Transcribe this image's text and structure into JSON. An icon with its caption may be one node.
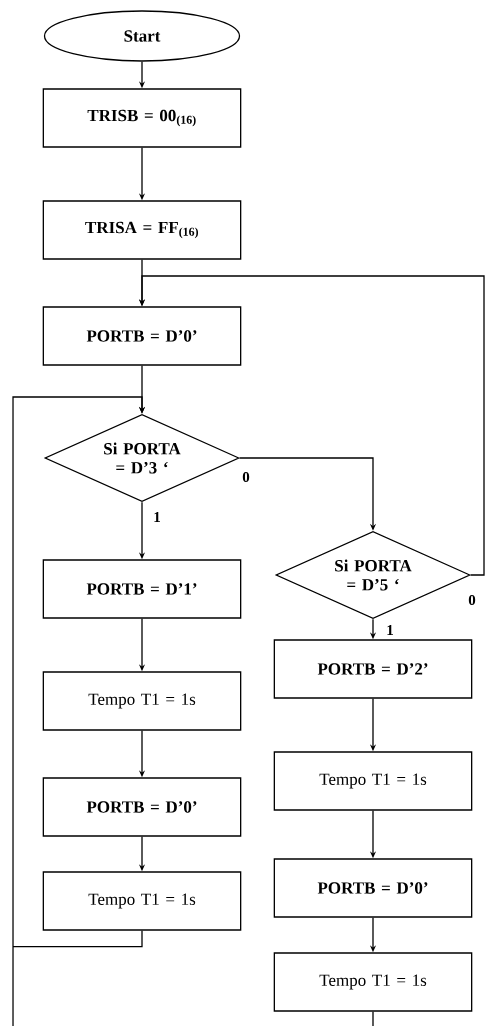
{
  "diagram": {
    "nodes": [
      {
        "text": [
          "Start"
        ]
      },
      {
        "text": [
          "TRISB = 00$_{(16)}$"
        ]
      },
      {
        "text": [
          "TRISA = FF$_{(16)}$"
        ]
      },
      {
        "text": [
          "PORTB = D’0’"
        ]
      },
      {
        "text": [
          "Si PORTA = D’3 ‘"
        ]
      },
      {
        "text": [
          "PORTB = D’1’"
        ]
      },
      {
        "text": [
          "Tempo T1 = 1s"
        ]
      },
      {
        "text": [
          "PORTB = D’0’"
        ]
      },
      {
        "text": [
          "Tempo T1 = 1s"
        ]
      },
      {
        "text": [
          "Si PORTA = D’5 ‘"
        ]
      },
      {
        "text": [
          "PORTB = D’2’"
        ]
      },
      {
        "text": [
          "Tempo T1 = 1s"
        ]
      },
      {
        "text": [
          "PORTB = D’0’"
        ]
      },
      {
        "text": [
          "Tempo T1 = 1s"
        ]
      }
    ],
    "edges": [
      {
        "from": 0,
        "to": 1,
        "arrow": "to"
      },
      {
        "from": 1,
        "to": 2,
        "arrow": "to"
      },
      {
        "from": 2,
        "to": 3,
        "arrow": "to"
      },
      {
        "from": 3,
        "to": 4,
        "arrow": "to"
      },
      {
        "from": 4,
        "to": 5,
        "arrow": "to",
        "label": "1"
      },
      {
        "from": 5,
        "to": 6,
        "arrow": "to"
      },
      {
        "from": 6,
        "to": 7,
        "arrow": "to"
      },
      {
        "from": 7,
        "to": 8,
        "arrow": "to"
      },
      {
        "from": 8,
        "to": 4,
        "arrow": "to"
      },
      {
        "from": 4,
        "to": 9,
        "arrow": "to",
        "label": "0"
      },
      {
        "from": 9,
        "to": 10,
        "arrow": "to",
        "label": "1"
      },
      {
        "from": 10,
        "to": 11,
        "arrow": "to"
      },
      {
        "from": 11,
        "to": 12,
        "arrow": "to"
      },
      {
        "from": 12,
        "to": 13,
        "arrow": "to"
      },
      {
        "from": 9,
        "to": 3,
        "arrow": "to",
        "label": "0"
      },
      {
        "from": 13,
        "to": null,
        "arrow": "none"
      }
    ]
  }
}
